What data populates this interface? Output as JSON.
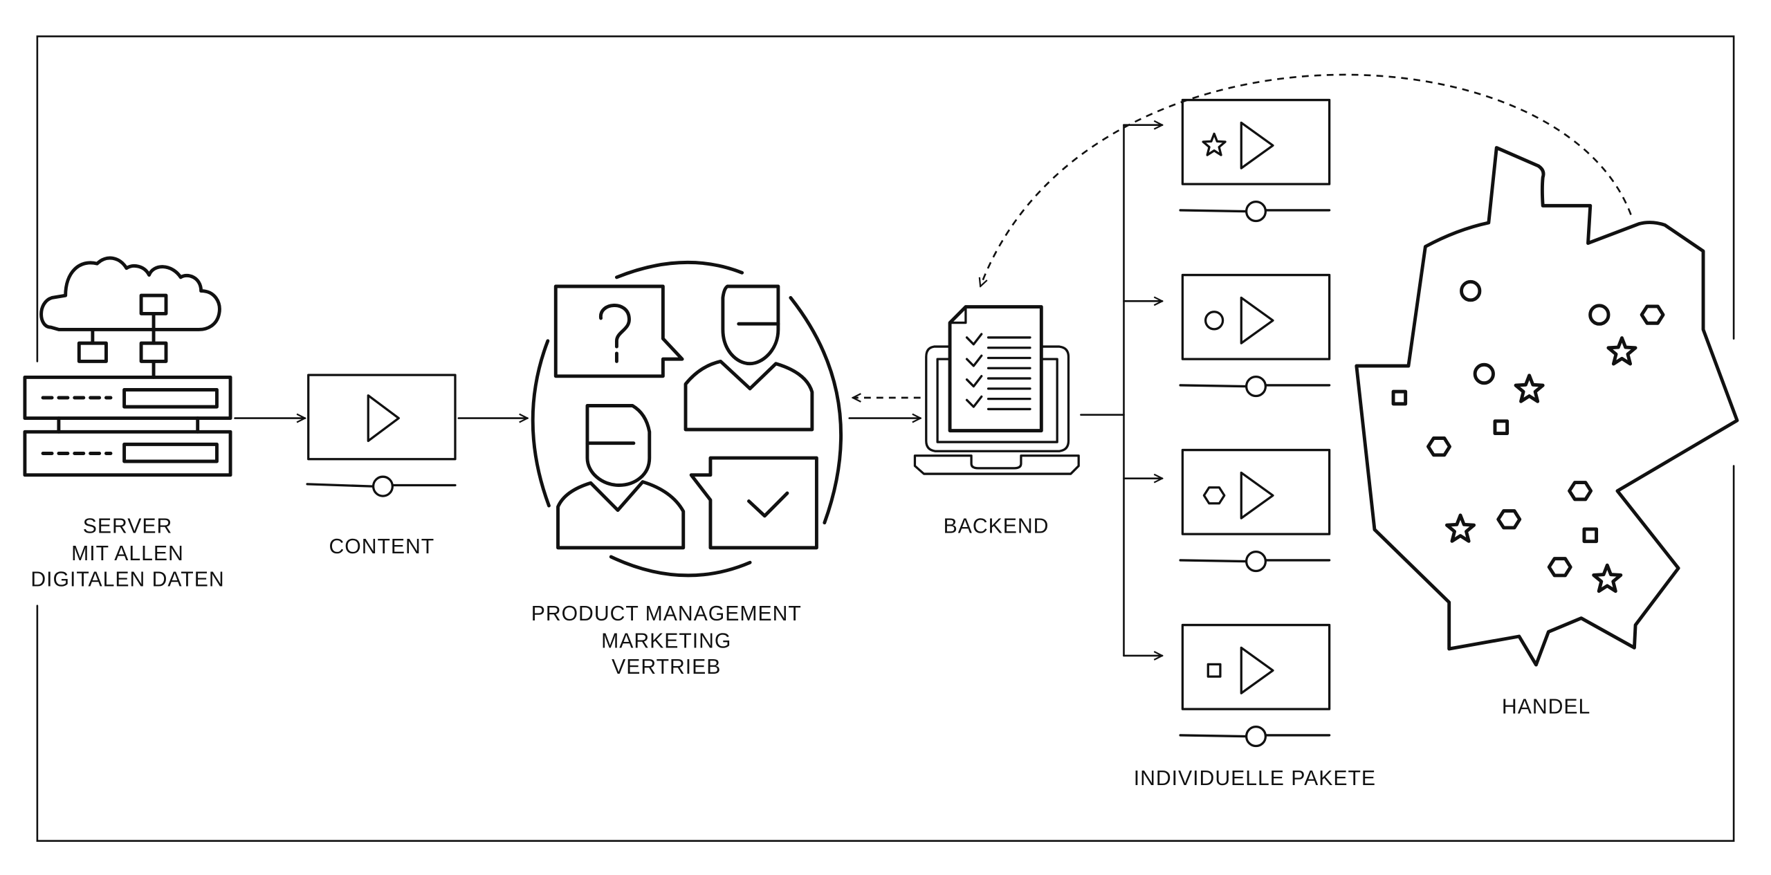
{
  "diagram": {
    "stages": [
      {
        "id": "server",
        "label_lines": [
          "SERVER",
          "MIT ALLEN",
          "DIGITALEN DATEN"
        ],
        "icon": "server-cloud-icon"
      },
      {
        "id": "content",
        "label_lines": [
          "CONTENT"
        ],
        "icon": "video-player-icon"
      },
      {
        "id": "team",
        "label_lines": [
          "PRODUCT MANAGEMENT",
          "MARKETING",
          "VERTRIEB"
        ],
        "icon": "team-discussion-icon"
      },
      {
        "id": "backend",
        "label_lines": [
          "BACKEND"
        ],
        "icon": "laptop-checklist-icon"
      },
      {
        "id": "packages",
        "label_lines": [
          "INDIVIDUELLE PAKETE"
        ],
        "icon": "video-packages-icon"
      },
      {
        "id": "handel",
        "label_lines": [
          "HANDEL"
        ],
        "icon": "germany-map-icon"
      }
    ],
    "packages": [
      {
        "marker": "star"
      },
      {
        "marker": "circle"
      },
      {
        "marker": "hexagon"
      },
      {
        "marker": "square"
      }
    ],
    "map_markers": [
      {
        "type": "circle"
      },
      {
        "type": "circle"
      },
      {
        "type": "hexagon"
      },
      {
        "type": "star"
      },
      {
        "type": "circle"
      },
      {
        "type": "star"
      },
      {
        "type": "square"
      },
      {
        "type": "square"
      },
      {
        "type": "hexagon"
      },
      {
        "type": "hexagon"
      },
      {
        "type": "star"
      },
      {
        "type": "hexagon"
      },
      {
        "type": "square"
      },
      {
        "type": "hexagon"
      },
      {
        "type": "star"
      }
    ],
    "connections": [
      {
        "from": "server",
        "to": "content",
        "style": "solid"
      },
      {
        "from": "content",
        "to": "team",
        "style": "solid"
      },
      {
        "from": "team",
        "to": "backend",
        "style": "solid"
      },
      {
        "from": "backend",
        "to": "team",
        "style": "dashed"
      },
      {
        "from": "backend",
        "to": "packages",
        "style": "solid-branching"
      },
      {
        "from": "handel",
        "to": "backend",
        "style": "dashed-arc"
      }
    ],
    "colors": {
      "stroke": "#111111",
      "background": "#ffffff"
    }
  }
}
